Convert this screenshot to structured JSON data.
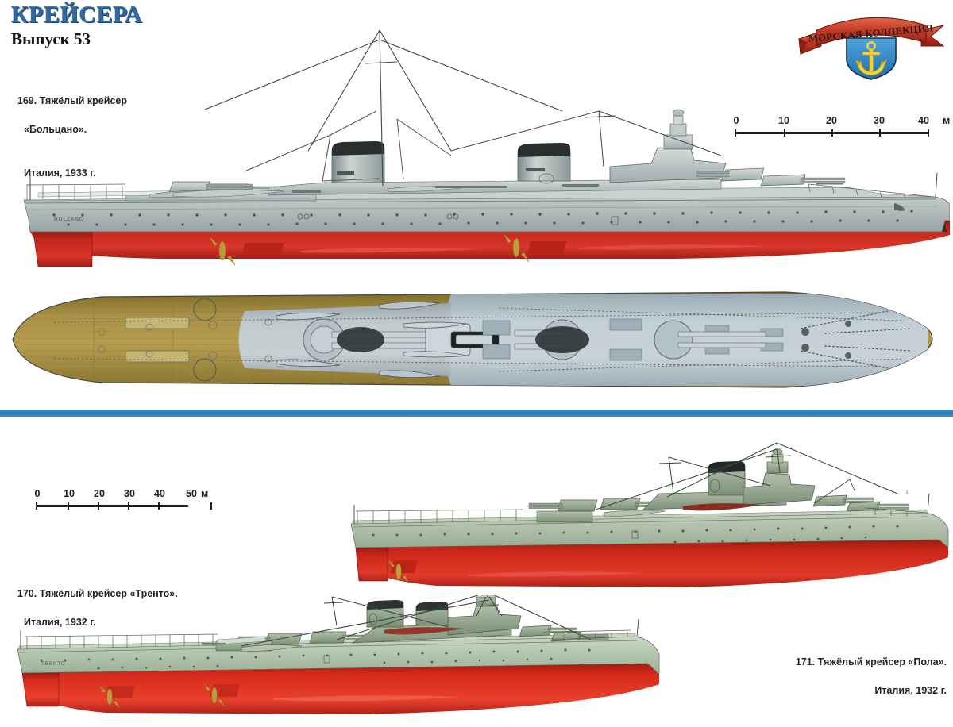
{
  "masthead": {
    "title": "КРЕЙСЕРА",
    "issue": "Выпуск 53",
    "title_color": "#31689e"
  },
  "logo": {
    "banner_text": "МОРСКАЯ КОЛЛЕКЦИЯ",
    "banner_color": "#c0392a",
    "shield_color": "#2f86c4",
    "anchor_color": "#f2d43c",
    "name": "morskaya-kollektsiya-logo"
  },
  "captions": {
    "c169": {
      "line1": "169. Тяжёлый крейсер",
      "line2": "«Больцано».",
      "line3": "Италия, 1933 г."
    },
    "c170": {
      "line1": "170. Тяжёлый крейсер «Тренто».",
      "line2": "Италия, 1932 г."
    },
    "c171": {
      "line1": "171. Тяжёлый крейсер «Пола».",
      "line2": "Италия, 1932 г."
    }
  },
  "scales": {
    "top": {
      "ticks": [
        "0",
        "10",
        "20",
        "30",
        "40"
      ],
      "unit": "м"
    },
    "bottom": {
      "ticks": [
        "0",
        "10",
        "20",
        "30",
        "40",
        "50"
      ],
      "unit": "м"
    }
  },
  "ships": {
    "bolzano": {
      "hull_name": "BOLZANO",
      "views": [
        "side-elevation",
        "plan-view"
      ],
      "hull_color": "#a8b5b4",
      "boot_color": "#2b2b2b",
      "underwater_color": "#c0241b",
      "deck_color": "#a9903f",
      "plan_super_color": "#b9c6cd",
      "prop_color": "#c09a3e"
    },
    "pola": {
      "views": [
        "side-elevation"
      ],
      "hull_color": "#a9bba6",
      "super_color": "#8fa189",
      "underwater_color": "#c9241a",
      "boot_color": "#222222",
      "prop_color": "#c09a3e"
    },
    "trento": {
      "hull_name": "TRENTO",
      "views": [
        "side-elevation"
      ],
      "hull_color": "#aec0ab",
      "super_color": "#8ba086",
      "underwater_color": "#d4281a",
      "boot_color": "#232323",
      "prop_color": "#c09a3e"
    }
  },
  "divider": {
    "color": "#2e80ba"
  }
}
